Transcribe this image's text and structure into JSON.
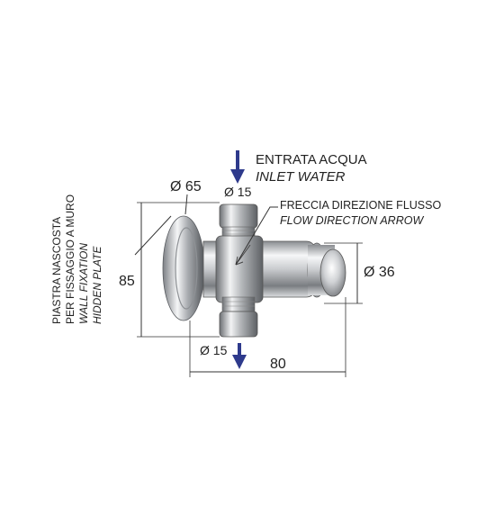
{
  "inlet": {
    "label_it": "ENTRATA ACQUA",
    "label_en": "INLET  WATER"
  },
  "flow_arrow": {
    "label_it": "FRECCIA DIREZIONE FLUSSO",
    "label_en": "FLOW DIRECTION ARROW"
  },
  "wall_plate": {
    "line1": "PIASTRA NASCOSTA",
    "line2": "PER FISSAGGIO A MURO",
    "line3": "WALL FIXATION",
    "line4": "HIDDEN PLATE"
  },
  "dimensions": {
    "plate_diameter": "Ø 65",
    "inlet_diameter": "Ø 15",
    "outlet_diameter": "Ø 15",
    "button_diameter": "Ø 36",
    "height": "85",
    "length": "80"
  },
  "colors": {
    "arrow": "#2e3a8c",
    "dim_line": "#333333",
    "chrome_dark": "#6f7276",
    "chrome_light": "#f4f5f6"
  }
}
